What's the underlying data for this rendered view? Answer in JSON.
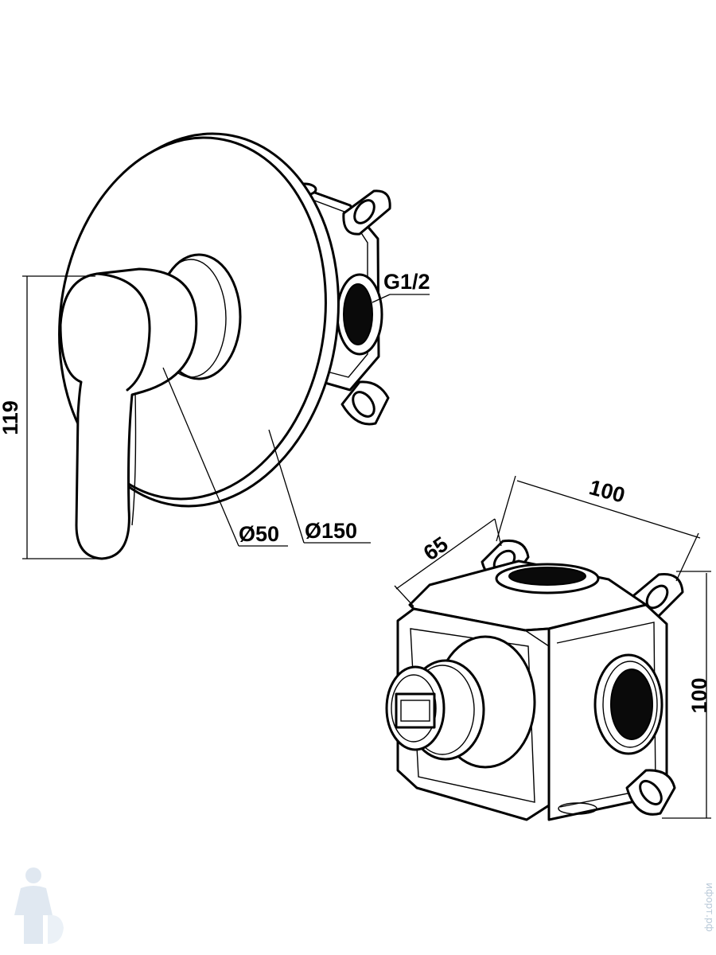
{
  "drawing": {
    "dimensions": {
      "height_119": "119",
      "diameter_50": "Ø50",
      "diameter_150": "Ø150",
      "thread_g12": "G1/2",
      "box_width_100": "100",
      "box_depth_65": "65",
      "box_height_100": "100"
    },
    "watermark": {
      "text": "ифорт.рф"
    },
    "colors": {
      "line": "#000000",
      "background": "#ffffff",
      "watermark": "#b9c9d8"
    }
  }
}
